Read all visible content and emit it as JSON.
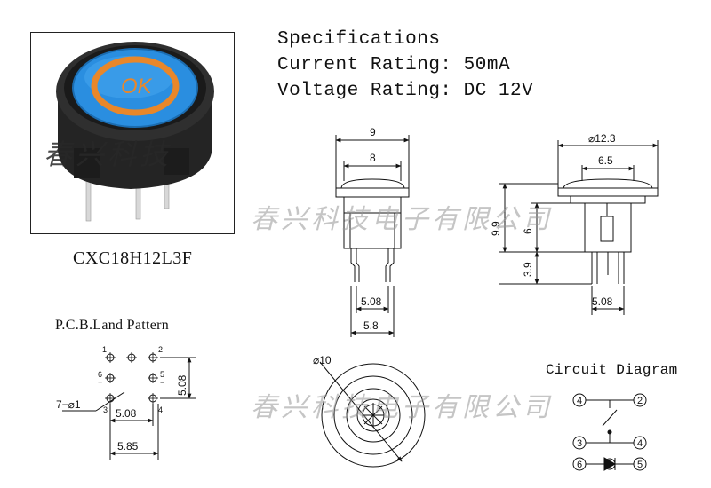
{
  "specs": {
    "title": "Specifications",
    "current": "Current Rating: 50mA",
    "voltage": "Voltage Rating: DC 12V"
  },
  "product": {
    "model": "CXC18H12L3F",
    "cap_color": "#2a8ee0",
    "ring_color": "#e8872a",
    "body_color": "#262626"
  },
  "front_view": {
    "dim_top": "9",
    "dim_inner": "8",
    "dim_pin": "5.08",
    "dim_bottom": "5.8"
  },
  "side_view": {
    "dim_diameter": "⌀12.3",
    "dim_inner": "6.5",
    "dim_height": "9.9",
    "dim_body": "6",
    "dim_pin_len": "3.9",
    "dim_pin": "5.08"
  },
  "pcb": {
    "title": "P.C.B.Land Pattern",
    "hole_label": "7−⌀1",
    "pin_labels": [
      "1",
      "2",
      "6",
      "5",
      "3",
      "4"
    ],
    "plus": "+",
    "minus": "−",
    "dim_v": "5.08",
    "dim_h": "5.08",
    "dim_total": "5.85"
  },
  "top_view": {
    "dim_diameter": "⌀10"
  },
  "circuit": {
    "title": "Circuit Diagram",
    "nodes": [
      "4",
      "2",
      "3",
      "4",
      "6",
      "5"
    ]
  },
  "watermarks": {
    "photo": "春兴科技",
    "main": "春兴科技电子有限公司"
  }
}
